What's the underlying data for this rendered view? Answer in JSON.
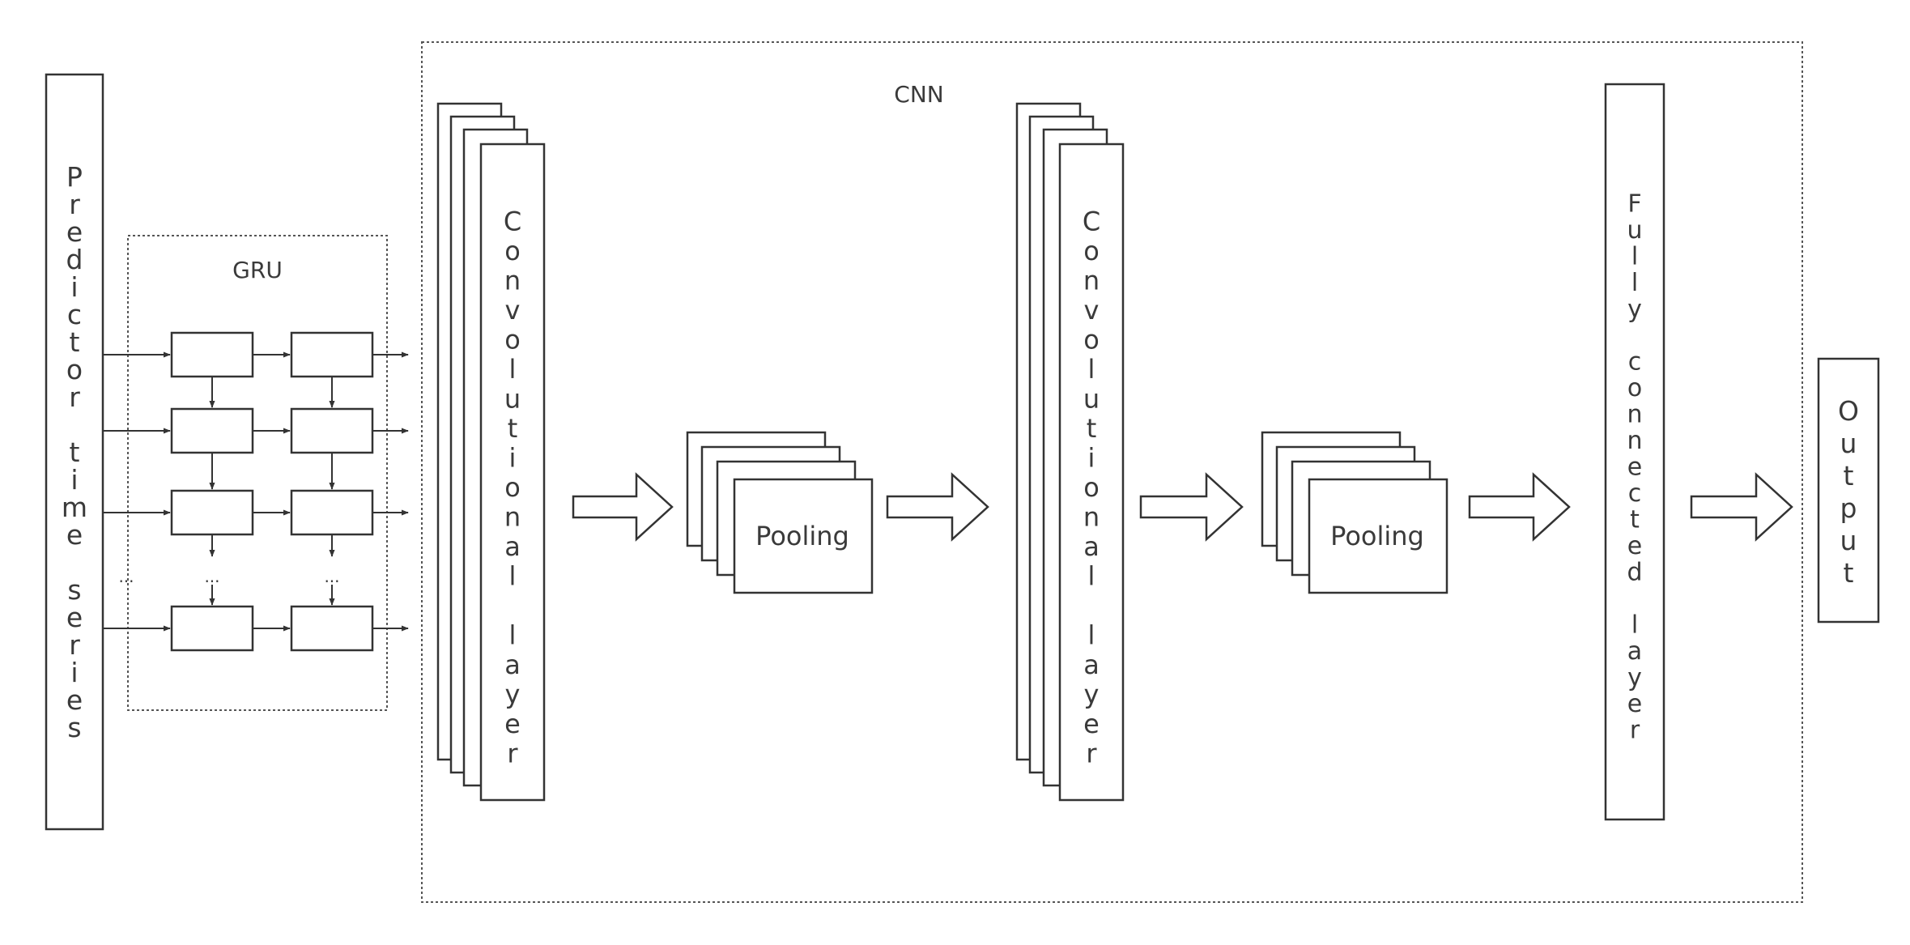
{
  "labels": {
    "input": "Predictor time series",
    "gru": "GRU",
    "cnn": "CNN",
    "conv": "Convolutional layer",
    "pool": "Pooling",
    "fc": "Fully connected layer",
    "output": "Output",
    "ellipsis": "..."
  },
  "colors": {
    "stroke": "#333333",
    "text": "#3a3a3a",
    "background": "#ffffff"
  }
}
